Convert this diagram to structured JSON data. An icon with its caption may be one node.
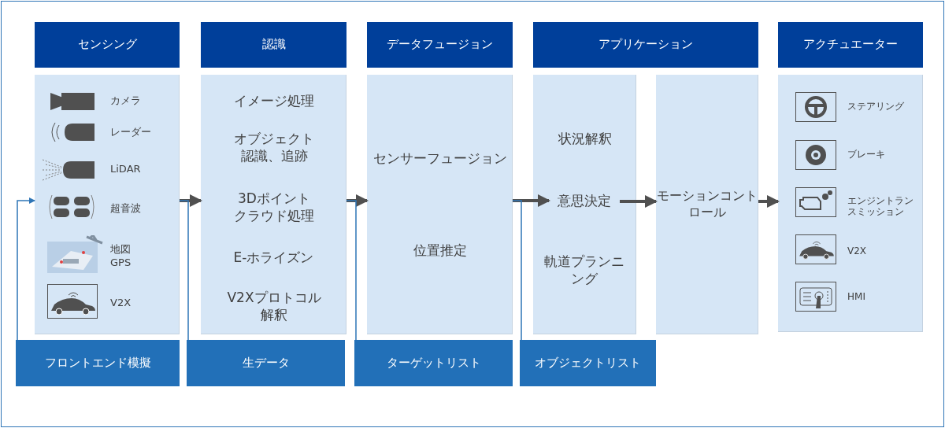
{
  "diagram": {
    "nodes": [
      {
        "text": [
          "センシング"
        ]
      },
      {
        "text": [],
        "shape": "box"
      },
      {
        "text": [
          "カメラ"
        ],
        "in": 1
      },
      {
        "text": [
          "レーダー"
        ],
        "in": 1
      },
      {
        "text": [
          "LiDAR"
        ],
        "in": 1
      },
      {
        "text": [
          "超音波"
        ],
        "in": 1
      },
      {
        "text": [
          "地図 GPS"
        ],
        "in": 1
      },
      {
        "text": [
          "V2X"
        ],
        "in": 1
      },
      {
        "text": [
          "認識"
        ]
      },
      {
        "text": [],
        "shape": "box"
      },
      {
        "text": [
          "イメージ処理"
        ],
        "in": 9
      },
      {
        "text": [
          "オブジェクト認識、追跡"
        ],
        "in": 9
      },
      {
        "text": [
          "3Dポイントクラウド処理"
        ],
        "in": 9
      },
      {
        "text": [
          "E-ホライズン"
        ],
        "in": 9
      },
      {
        "text": [
          "V2Xプロトコル解釈"
        ],
        "in": 9
      },
      {
        "text": [
          "データフュージョン"
        ]
      },
      {
        "text": [],
        "shape": "box"
      },
      {
        "text": [
          "センサーフュージョン"
        ],
        "in": 16
      },
      {
        "text": [
          "位置推定"
        ],
        "in": 16
      },
      {
        "text": [
          "アプリケーション"
        ]
      },
      {
        "text": [],
        "shape": "box"
      },
      {
        "text": [
          "状況解釈"
        ],
        "in": 20
      },
      {
        "text": [
          "意思決定"
        ],
        "in": 20
      },
      {
        "text": [
          "軌道プランニング"
        ],
        "in": 20
      },
      {
        "text": [
          "モーションコントロール"
        ]
      },
      {
        "text": [
          "アクチュエーター"
        ]
      },
      {
        "text": [],
        "shape": "box"
      },
      {
        "text": [
          "ステアリング"
        ],
        "in": 26
      },
      {
        "text": [
          "ブレーキ"
        ],
        "in": 26
      },
      {
        "text": [
          "エンジントランスミッション"
        ],
        "in": 26
      },
      {
        "text": [
          "V2X"
        ],
        "in": 26
      },
      {
        "text": [
          "HMI"
        ],
        "in": 26
      },
      {
        "text": [
          "フロントエンド模擬"
        ]
      },
      {
        "text": [
          "生データ"
        ]
      },
      {
        "text": [
          "ターゲットリスト"
        ]
      },
      {
        "text": [
          "オブジェクトリスト"
        ]
      }
    ],
    "edges": [
      {
        "from": 32,
        "to": 1,
        "arrow": "to",
        "color": "#2e75b6"
      },
      {
        "from": 1,
        "to": 9,
        "arrow": "to"
      },
      {
        "from": 33,
        "to": 1,
        "arrow": "none",
        "color": "#2e75b6"
      },
      {
        "from": 9,
        "to": 16,
        "arrow": "to"
      },
      {
        "from": 34,
        "to": 9,
        "arrow": "none",
        "color": "#2e75b6"
      },
      {
        "from": 16,
        "to": 22,
        "arrow": "to"
      },
      {
        "from": 35,
        "to": 16,
        "arrow": "none",
        "color": "#2e75b6"
      },
      {
        "from": 22,
        "to": 24,
        "arrow": "to"
      },
      {
        "from": 24,
        "to": 26,
        "arrow": "to"
      }
    ]
  }
}
